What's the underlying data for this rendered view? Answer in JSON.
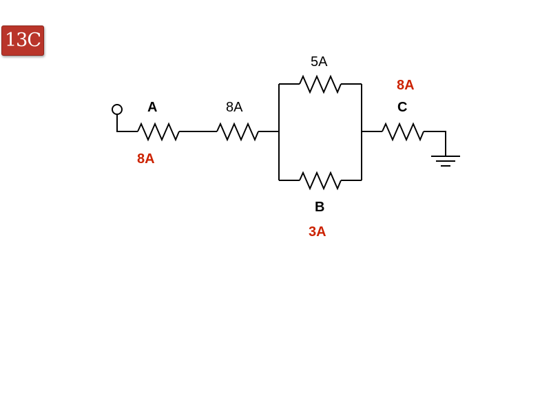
{
  "badge": {
    "text": "13C"
  },
  "labels": {
    "a_name": "A",
    "a_current": "8A",
    "series_current": "8A",
    "top_current": "5A",
    "b_name": "B",
    "b_current": "3A",
    "c_name": "C",
    "c_current": "8A"
  },
  "colors": {
    "badge": "#b9352a",
    "current_highlight": "#cc2200",
    "wire": "#000000"
  }
}
